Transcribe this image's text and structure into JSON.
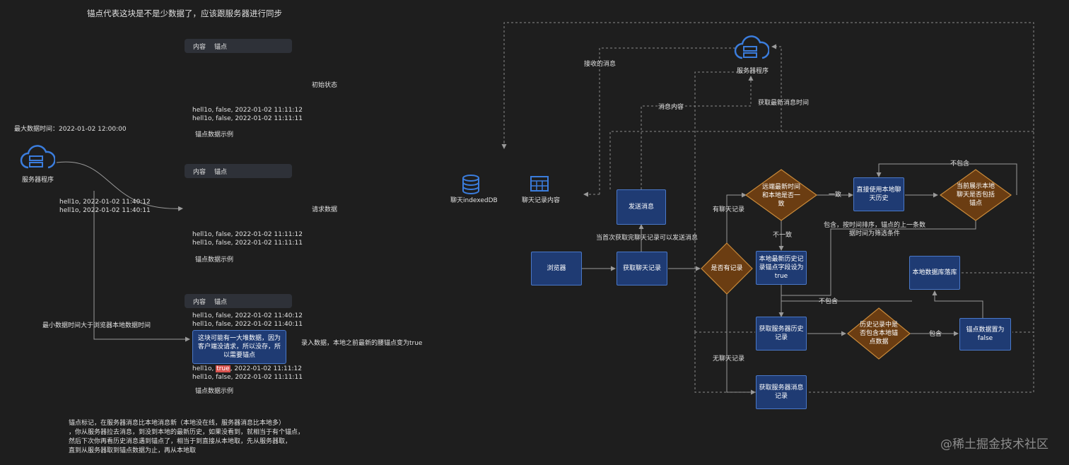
{
  "left": {
    "title": "锚点代表这块是不是少数据了，应该跟服务器进行同步",
    "server_label": "服务器程序",
    "max_time": "最大数据时间：2022-01-02 12:00:00",
    "incoming_1": "hell1o, 2022-01-02 11:40:12",
    "incoming_2": "hell1o, 2022-01-02 11:40:11",
    "branch_label": "最小数据时间大于浏览器本地数据时间",
    "table_header": {
      "col1": "内容",
      "col2": "锚点"
    },
    "state1": {
      "label": "初始状态",
      "row1": "hell1o,  false,  2022-01-02 11:11:12",
      "row2": "hell1o,  false,  2022-01-02 11:11:11",
      "caption": "锚点数据示例"
    },
    "state2": {
      "label": "请求数据",
      "row1": "hell1o,  false,  2022-01-02 11:11:12",
      "row2": "hell1o,  false,  2022-01-02 11:11:11",
      "caption": "锚点数据示例"
    },
    "state3": {
      "row1": "hell1o, false, 2022-01-02 11:40:12",
      "row2": "hell1o, false, 2022-01-02 11:40:11",
      "tooltip": "这块可能有一大堆数据，因为客户端没请求，所以没存，所以需要锚点",
      "row3_prefix": "hell1o, ",
      "row3_highlight": "true",
      "row3_suffix": ", 2022-01-02 11:11:12",
      "row4": "hell1o, false, 2022-01-02 11:11:11",
      "caption": "锚点数据示例",
      "side_label": "录入数据，本地之前最新的腰锚点变为true"
    },
    "notes": [
      "锚点标记，在服务器消息比本地消息新（本地没在线，服务器消息比本地多）",
      "，你从服务器拉去消息，到没到本地的最新历史，如果没看到，就相当于有个锚点，",
      "然后下次你再看历史消息遇到锚点了，相当于到直接从本地取，先从服务器取，",
      "直到从服务器取到锚点数据为止，再从本地取"
    ]
  },
  "right": {
    "indexeddb_label": "聊天indexedDB",
    "chat_content_label": "聊天记录内容",
    "server_label": "服务器程序",
    "received_msg": "接收的消息",
    "msg_content": "消息内容",
    "get_latest_time": "获取最新消息时间",
    "send_msg": "发送消息",
    "first_fetch_note": "当首次获取完聊天记录可以发送消息",
    "browser": "浏览器",
    "get_chat": "获取聊天记录",
    "has_chat_q": "是否有记录",
    "has_chat": "有聊天记录",
    "no_chat": "无聊天记录",
    "time_match_q": "远端最新时间和本地是否一致",
    "consistent": "一致",
    "inconsistent": "不一致",
    "use_local": "直接使用本地聊天历史",
    "contains_anchor_q": "当前展示本地聊天是否包括锚点",
    "not_contains_top": "不包含",
    "contains_note": "包含，按时间排序，锚点的上一条数据时间为筛选条件",
    "set_anchor_true": "本地最新历史记录锚点字段设为true",
    "local_store": "本地数据库落库",
    "not_contains_mid": "不包含",
    "get_server_history": "获取服务器历史记录",
    "history_contains_q": "历史记录中是否包含本地锚点数据",
    "contains": "包含",
    "set_anchor_false": "锚点数据置为false",
    "get_server_msg": "获取服务器消息记录"
  },
  "watermark": "@稀土掘金技术社区",
  "colors": {
    "background": "#1e1e1e",
    "box_fill": "#1f3b73",
    "box_border": "#4a78c8",
    "diamond_fill": "#6b3d12",
    "diamond_border": "#c98a3a",
    "icon_blue": "#3b7ddd",
    "line": "#9a9a9a"
  }
}
